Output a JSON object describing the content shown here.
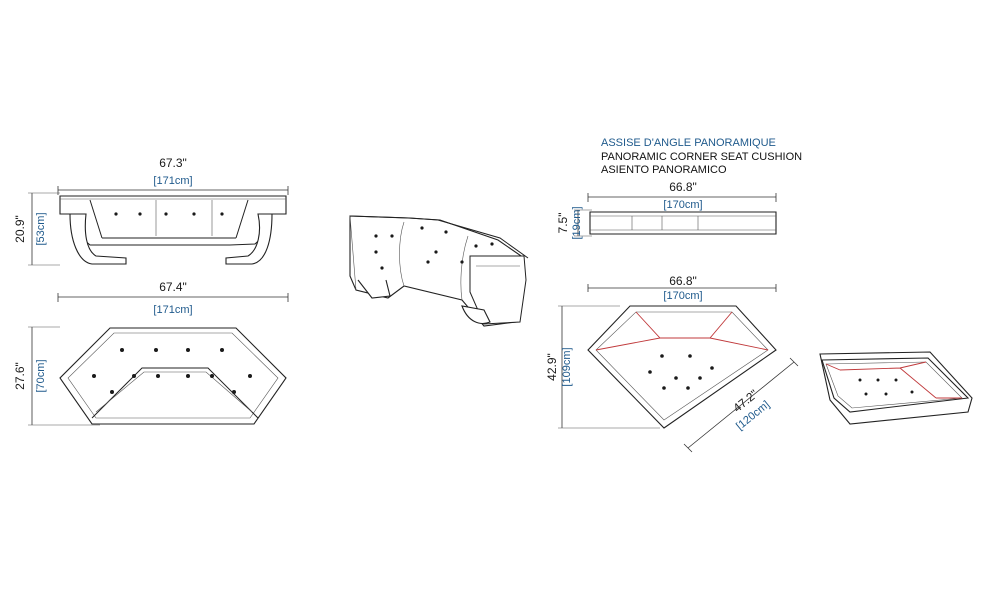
{
  "title": {
    "fr": "ASSISE D'ANGLE PANORAMIQUE",
    "en": "PANORAMIC CORNER SEAT CUSHION",
    "es": "ASIENTO PANORAMICO"
  },
  "sofa_front": {
    "width_in": "67.3\"",
    "width_cm": "[171cm]",
    "height_in": "20.9\"",
    "height_cm": "[53cm]"
  },
  "sofa_top": {
    "width_in": "67.4\"",
    "width_cm": "[171cm]",
    "depth_in": "27.6\"",
    "depth_cm": "[70cm]"
  },
  "cushion_front": {
    "width_in": "66.8\"",
    "width_cm": "[170cm]",
    "height_in": "7.5\"",
    "height_cm": "[19cm]"
  },
  "cushion_top": {
    "width_in": "66.8\"",
    "width_cm": "[170cm]",
    "depth_in": "42.9\"",
    "depth_cm": "[109cm]",
    "side_in": "47.2\"",
    "side_cm": "[120cm]"
  },
  "colors": {
    "dimension_blue": "#1f5a8c",
    "seam_red": "#c0393b",
    "line": "#222222"
  }
}
